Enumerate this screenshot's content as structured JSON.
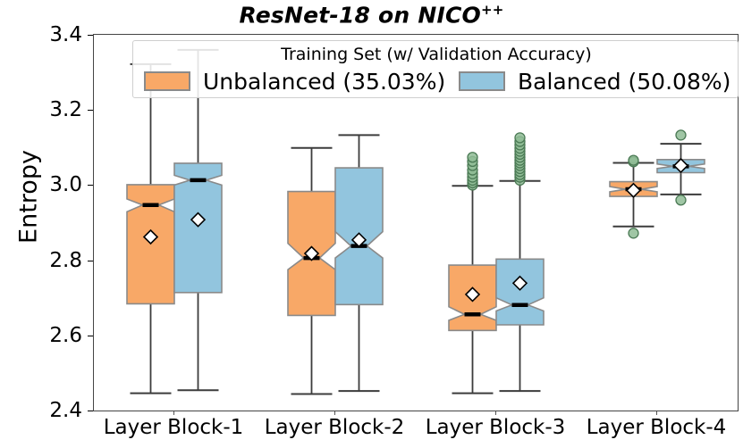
{
  "chart_data": {
    "type": "box",
    "title": "ResNet-18 on NICO++",
    "title_main": "ResNet-18 on NICO",
    "title_sup": "++",
    "xlabel": "",
    "ylabel": "Entropy",
    "ylim": [
      2.4,
      3.4
    ],
    "yticks": [
      "2.4",
      "2.6",
      "2.8",
      "3.0",
      "3.2",
      "3.4"
    ],
    "ytick_values": [
      2.4,
      2.6,
      2.8,
      3.0,
      3.2,
      3.4
    ],
    "grid": false,
    "notched": true,
    "showmeans": true,
    "mean_marker": "white-diamond",
    "categories": [
      "Layer Block-1",
      "Layer Block-2",
      "Layer Block-3",
      "Layer Block-4"
    ],
    "legend": {
      "title": "Training Set (w/ Validation Accuracy)",
      "position": "upper-center",
      "entries": [
        {
          "label": "Unbalanced (35.03%)",
          "color": "#f8a867"
        },
        {
          "label": "Balanced (50.08%)",
          "color": "#92c5de"
        }
      ]
    },
    "colors": {
      "unbalanced": "#f8a867",
      "balanced": "#92c5de",
      "box_edge": "#8a8a8a",
      "median": "#000000",
      "whisker": "#3c3c3c",
      "outlier_face": "#8fbc95",
      "outlier_edge": "#4b7a55",
      "mean_face": "#ffffff",
      "mean_edge": "#000000",
      "axis": "#444444"
    },
    "series": [
      {
        "name": "Unbalanced (35.03%)",
        "color": "#f8a867",
        "boxes": [
          {
            "category": "Layer Block-1",
            "whisker_low": 2.446,
            "q1": 2.684,
            "median": 2.947,
            "q3": 3.001,
            "whisker_high": 3.322,
            "mean": 2.862,
            "notch_low": 2.929,
            "notch_high": 2.963,
            "outliers": []
          },
          {
            "category": "Layer Block-2",
            "whisker_low": 2.444,
            "q1": 2.653,
            "median": 2.806,
            "q3": 2.983,
            "whisker_high": 3.099,
            "mean": 2.818,
            "notch_low": 2.775,
            "notch_high": 2.845,
            "outliers": []
          },
          {
            "category": "Layer Block-3",
            "whisker_low": 2.446,
            "q1": 2.613,
            "median": 2.656,
            "q3": 2.787,
            "whisker_high": 2.998,
            "mean": 2.709,
            "notch_low": 2.64,
            "notch_high": 2.676,
            "outliers": [
              3.0,
              3.006,
              3.013,
              3.021,
              3.03,
              3.04,
              3.052,
              3.063,
              3.074
            ]
          },
          {
            "category": "Layer Block-4",
            "whisker_low": 2.89,
            "q1": 2.97,
            "median": 2.989,
            "q3": 3.009,
            "whisker_high": 3.059,
            "mean": 2.986,
            "notch_low": 2.982,
            "notch_high": 2.996,
            "outliers": [
              3.062,
              3.066,
              2.872
            ]
          }
        ]
      },
      {
        "name": "Balanced (50.08%)",
        "color": "#92c5de",
        "boxes": [
          {
            "category": "Layer Block-1",
            "whisker_low": 2.454,
            "q1": 2.714,
            "median": 3.013,
            "q3": 3.058,
            "whisker_high": 3.36,
            "mean": 2.908,
            "notch_low": 3.0,
            "notch_high": 3.026,
            "outliers": []
          },
          {
            "category": "Layer Block-2",
            "whisker_low": 2.452,
            "q1": 2.682,
            "median": 2.838,
            "q3": 3.046,
            "whisker_high": 3.133,
            "mean": 2.854,
            "notch_low": 2.806,
            "notch_high": 2.876,
            "outliers": []
          },
          {
            "category": "Layer Block-3",
            "whisker_low": 2.452,
            "q1": 2.628,
            "median": 2.681,
            "q3": 2.803,
            "whisker_high": 3.011,
            "mean": 2.739,
            "notch_low": 2.665,
            "notch_high": 2.7,
            "outliers": [
              3.013,
              3.021,
              3.028,
              3.036,
              3.044,
              3.052,
              3.059,
              3.066,
              3.074,
              3.082,
              3.09,
              3.098,
              3.107,
              3.116,
              3.126
            ]
          },
          {
            "category": "Layer Block-4",
            "whisker_low": 2.975,
            "q1": 3.033,
            "median": 3.05,
            "q3": 3.068,
            "whisker_high": 3.11,
            "mean": 3.052,
            "notch_low": 3.044,
            "notch_high": 3.056,
            "outliers": [
              3.133,
              2.96
            ]
          }
        ]
      }
    ]
  }
}
